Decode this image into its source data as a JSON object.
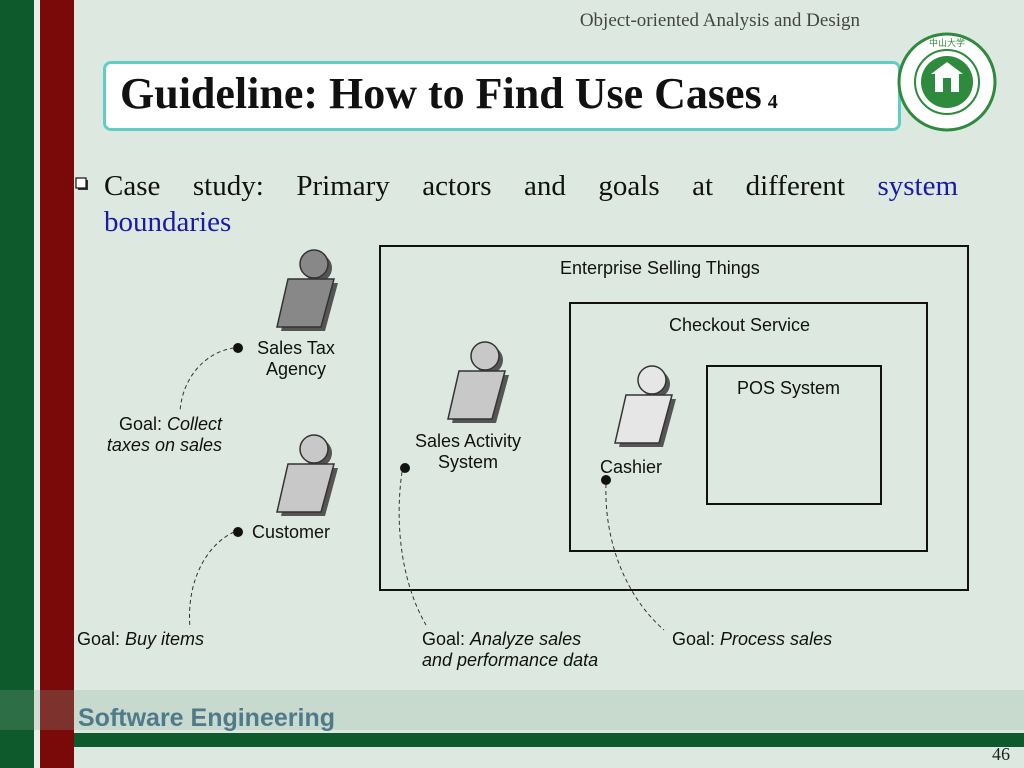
{
  "header": {
    "course": "Object-oriented Analysis and Design"
  },
  "title": {
    "text": "Guideline: How to Find Use Cases",
    "number": "4"
  },
  "bullet": {
    "line1": "Case study: Primary actors and goals at different",
    "highlight": "system",
    "line2": "boundaries"
  },
  "boundaries": [
    {
      "label": "Enterprise Selling Things"
    },
    {
      "label": "Checkout Service"
    },
    {
      "label": "POS System"
    }
  ],
  "actors": {
    "sales_tax_agency": {
      "line1": "Sales Tax",
      "line2": "Agency"
    },
    "customer": {
      "label": "Customer"
    },
    "sales_activity_system": {
      "line1": "Sales Activity",
      "line2": "System"
    },
    "cashier": {
      "label": "Cashier"
    }
  },
  "goals": {
    "collect_taxes": {
      "prefix": "Goal: ",
      "text1": "Collect",
      "text2": "taxes on sales"
    },
    "buy_items": {
      "prefix": "Goal: ",
      "text": "Buy items"
    },
    "analyze_sales": {
      "prefix": "Goal: ",
      "text1": "Analyze sales",
      "text2": "and performance data"
    },
    "process_sales": {
      "prefix": "Goal: ",
      "text": "Process sales"
    }
  },
  "footer": {
    "label": "Software Engineering"
  },
  "page": {
    "number": "46"
  },
  "colors": {
    "accent_border": "#5fcfc6",
    "highlight_text": "#1a1aa8",
    "green": "#0f5a2c",
    "red": "#7a0a0a"
  }
}
